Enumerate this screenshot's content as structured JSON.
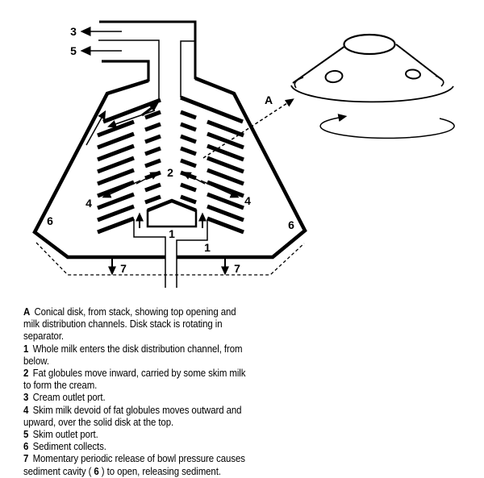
{
  "figure": {
    "labels": {
      "a": "A",
      "n1_center": "1",
      "n1_right": "1",
      "n2": "2",
      "n3": "3",
      "n4_left": "4",
      "n4_right": "4",
      "n5": "5",
      "n6_left": "6",
      "n6_right": "6",
      "n7_left": "7",
      "n7_right": "7"
    }
  },
  "legend": {
    "items": [
      {
        "num": "A",
        "text": "Conical disk, from stack, showing top opening and\nmilk distribution channels. Disk stack is rotating in\nseparator.",
        "mid": "",
        "tail": ""
      },
      {
        "num": "1",
        "text": "Whole milk enters the disk distribution channel, from\nbelow.",
        "mid": "",
        "tail": ""
      },
      {
        "num": "2",
        "text": "Fat globules move inward, carried by some skim milk\nto form the cream.",
        "mid": "",
        "tail": ""
      },
      {
        "num": "3",
        "text": "Cream outlet port.",
        "mid": "",
        "tail": ""
      },
      {
        "num": "4",
        "text": "Skim milk devoid of fat globules moves outward and\nupward, over the solid disk at the top.",
        "mid": "",
        "tail": ""
      },
      {
        "num": "5",
        "text": "Skim outlet port.",
        "mid": "",
        "tail": ""
      },
      {
        "num": "6",
        "text": "Sediment collects.",
        "mid": "",
        "tail": ""
      },
      {
        "num": "7",
        "text": "Momentary periodic release of bowl pressure causes\nsediment cavity (",
        "mid": " 6 ",
        "tail": ") to open, releasing sediment."
      }
    ]
  },
  "colors": {
    "ink": "#000000",
    "paper": "#ffffff"
  }
}
